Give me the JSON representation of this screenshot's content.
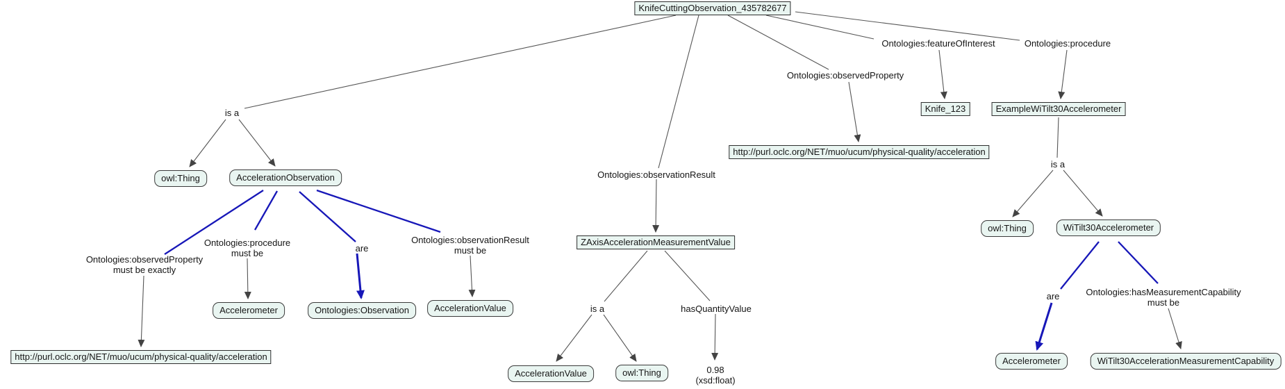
{
  "diagram": {
    "type": "ontology-graph",
    "root": "KnifeCuttingObservation_435782677",
    "colors": {
      "background": "#ffffff",
      "node_fill": "#e9f5f1",
      "node_border": "#2d2d2d",
      "edge_gray": "#555555",
      "edge_blue": "#1717b8",
      "text": "#141414"
    },
    "nodes": [
      {
        "id": "knife-cutting-observation",
        "label": "KnifeCuttingObservation_435782677",
        "shape": "rect"
      },
      {
        "id": "owl-thing-left",
        "label": "owl:Thing",
        "shape": "rounded"
      },
      {
        "id": "acceleration-observation",
        "label": "AccelerationObservation",
        "shape": "rounded"
      },
      {
        "id": "accelerometer-left",
        "label": "Accelerometer",
        "shape": "rounded"
      },
      {
        "id": "ontologies-observation",
        "label": "Ontologies:Observation",
        "shape": "rounded"
      },
      {
        "id": "acceleration-value-restriction",
        "label": "AccelerationValue",
        "shape": "rounded"
      },
      {
        "id": "url-left",
        "label": "http://purl.oclc.org/NET/muo/ucum/physical-quality/acceleration",
        "shape": "rect"
      },
      {
        "id": "url-mid",
        "label": "http://purl.oclc.org/NET/muo/ucum/physical-quality/acceleration",
        "shape": "rect"
      },
      {
        "id": "zaxis-acceleration-measurement-value",
        "label": "ZAxisAccelerationMeasurementValue",
        "shape": "rect"
      },
      {
        "id": "acceleration-value-mid",
        "label": "AccelerationValue",
        "shape": "rounded"
      },
      {
        "id": "owl-thing-mid",
        "label": "owl:Thing",
        "shape": "rounded"
      },
      {
        "id": "knife-123",
        "label": "Knife_123",
        "shape": "rect"
      },
      {
        "id": "example-witilt30-accelerometer",
        "label": "ExampleWiTilt30Accelerometer",
        "shape": "rect"
      },
      {
        "id": "owl-thing-right",
        "label": "owl:Thing",
        "shape": "rounded"
      },
      {
        "id": "witilt30-accelerometer",
        "label": "WiTilt30Accelerometer",
        "shape": "rounded"
      },
      {
        "id": "accelerometer-right",
        "label": "Accelerometer",
        "shape": "rounded"
      },
      {
        "id": "witilt30-acceleration-measurement-capability",
        "label": "WiTilt30AccelerationMeasurementCapability",
        "shape": "rounded"
      }
    ],
    "literal": {
      "value": "0.98",
      "datatype": "(xsd:float)"
    },
    "edge_labels": [
      {
        "id": "is-a-left",
        "line1": "is a"
      },
      {
        "id": "observed-property-link",
        "line1": "Ontologies:observedProperty"
      },
      {
        "id": "feature-of-interest-link",
        "line1": "Ontologies:featureOfInterest"
      },
      {
        "id": "procedure-link",
        "line1": "Ontologies:procedure"
      },
      {
        "id": "observation-result-link",
        "line1": "Ontologies:observationResult"
      },
      {
        "id": "observed-property-restriction",
        "line1": "Ontologies:observedProperty",
        "line2": "must be exactly"
      },
      {
        "id": "procedure-restriction",
        "line1": "Ontologies:procedure",
        "line2": "must be"
      },
      {
        "id": "are-left",
        "line1": "are"
      },
      {
        "id": "observation-result-restriction",
        "line1": "Ontologies:observationResult",
        "line2": "must be"
      },
      {
        "id": "is-a-mid",
        "line1": "is a"
      },
      {
        "id": "has-quantity-value-link",
        "line1": "hasQuantityValue"
      },
      {
        "id": "is-a-right",
        "line1": "is a"
      },
      {
        "id": "are-right",
        "line1": "are"
      },
      {
        "id": "has-measurement-capability-restriction",
        "line1": "Ontologies:hasMeasurementCapability",
        "line2": "must be"
      }
    ],
    "edges": [
      {
        "from": "KnifeCuttingObservation_435782677",
        "label": "is a",
        "to": "owl:Thing",
        "style": "gray"
      },
      {
        "from": "KnifeCuttingObservation_435782677",
        "label": "is a",
        "to": "AccelerationObservation",
        "style": "gray"
      },
      {
        "from": "KnifeCuttingObservation_435782677",
        "label": "Ontologies:observedProperty",
        "to": "http://purl.oclc.org/NET/muo/ucum/physical-quality/acceleration",
        "style": "gray"
      },
      {
        "from": "KnifeCuttingObservation_435782677",
        "label": "Ontologies:featureOfInterest",
        "to": "Knife_123",
        "style": "gray"
      },
      {
        "from": "KnifeCuttingObservation_435782677",
        "label": "Ontologies:procedure",
        "to": "ExampleWiTilt30Accelerometer",
        "style": "gray"
      },
      {
        "from": "KnifeCuttingObservation_435782677",
        "label": "Ontologies:observationResult",
        "to": "ZAxisAccelerationMeasurementValue",
        "style": "gray"
      },
      {
        "from": "AccelerationObservation",
        "label": "Ontologies:observedProperty must be exactly",
        "to": "http://purl.oclc.org/NET/muo/ucum/physical-quality/acceleration",
        "style": "blue"
      },
      {
        "from": "AccelerationObservation",
        "label": "Ontologies:procedure must be",
        "to": "Accelerometer",
        "style": "blue"
      },
      {
        "from": "AccelerationObservation",
        "label": "are",
        "to": "Ontologies:Observation",
        "style": "blue"
      },
      {
        "from": "AccelerationObservation",
        "label": "Ontologies:observationResult must be",
        "to": "AccelerationValue",
        "style": "blue"
      },
      {
        "from": "ZAxisAccelerationMeasurementValue",
        "label": "is a",
        "to": "AccelerationValue",
        "style": "gray"
      },
      {
        "from": "ZAxisAccelerationMeasurementValue",
        "label": "is a",
        "to": "owl:Thing",
        "style": "gray"
      },
      {
        "from": "ZAxisAccelerationMeasurementValue",
        "label": "hasQuantityValue",
        "to": "0.98 (xsd:float)",
        "style": "gray"
      },
      {
        "from": "ExampleWiTilt30Accelerometer",
        "label": "is a",
        "to": "owl:Thing",
        "style": "gray"
      },
      {
        "from": "ExampleWiTilt30Accelerometer",
        "label": "is a",
        "to": "WiTilt30Accelerometer",
        "style": "gray"
      },
      {
        "from": "WiTilt30Accelerometer",
        "label": "are",
        "to": "Accelerometer",
        "style": "blue"
      },
      {
        "from": "WiTilt30Accelerometer",
        "label": "Ontologies:hasMeasurementCapability must be",
        "to": "WiTilt30AccelerationMeasurementCapability",
        "style": "blue"
      }
    ]
  }
}
